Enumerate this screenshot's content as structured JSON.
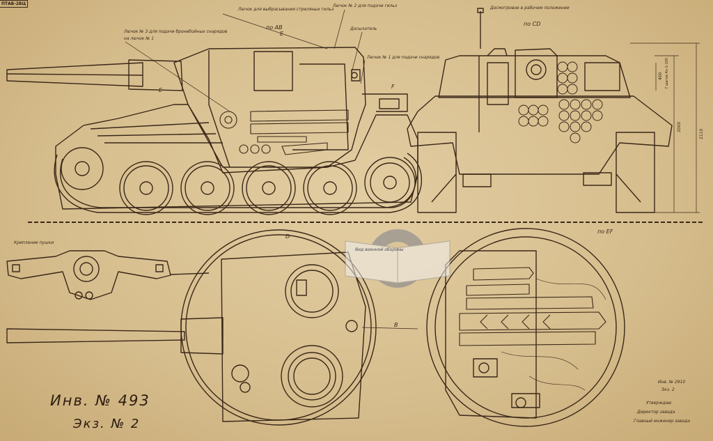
{
  "tag": "ПТАБ-2БЦ",
  "labels": {
    "hatch_shell_out": "Лючок для выбрасывания стреляных гильз",
    "hatch_roof": "Лючок № 2 для подачи гильз",
    "dosylatel": "Досылатель",
    "hatch3": "Лючок № 3 для подачи бронебойных снарядов",
    "hatch3_cont": "на лючок № 1",
    "hatch1": "Лючок № 1 для подачи снарядов",
    "sight": "Досмотровое в рабочем положении",
    "bracket": "Крепление пушки",
    "reg_no": "Инв. № 2910",
    "reg_copy": "Экз. 2",
    "approve": "Утверждаю",
    "director": "Директор завода",
    "chief": "Главный инженер завода"
  },
  "view_labels": {
    "ab": "по АВ",
    "cd": "по CD",
    "ef": "по EF",
    "e_top": "E",
    "e_left": "E",
    "f": "F",
    "d_top": "D",
    "b": "B"
  },
  "dims": {
    "d1": "2000",
    "d2": "2110",
    "d3": "400",
    "d4": "7 шагов 4к-1-105"
  },
  "inv_number": "Инв. № 493",
  "copy_number": "Экз. № 2",
  "watermark": "Вид военной обороны",
  "colors": {
    "paper": "#d8c196",
    "ink": "#3a2718"
  }
}
